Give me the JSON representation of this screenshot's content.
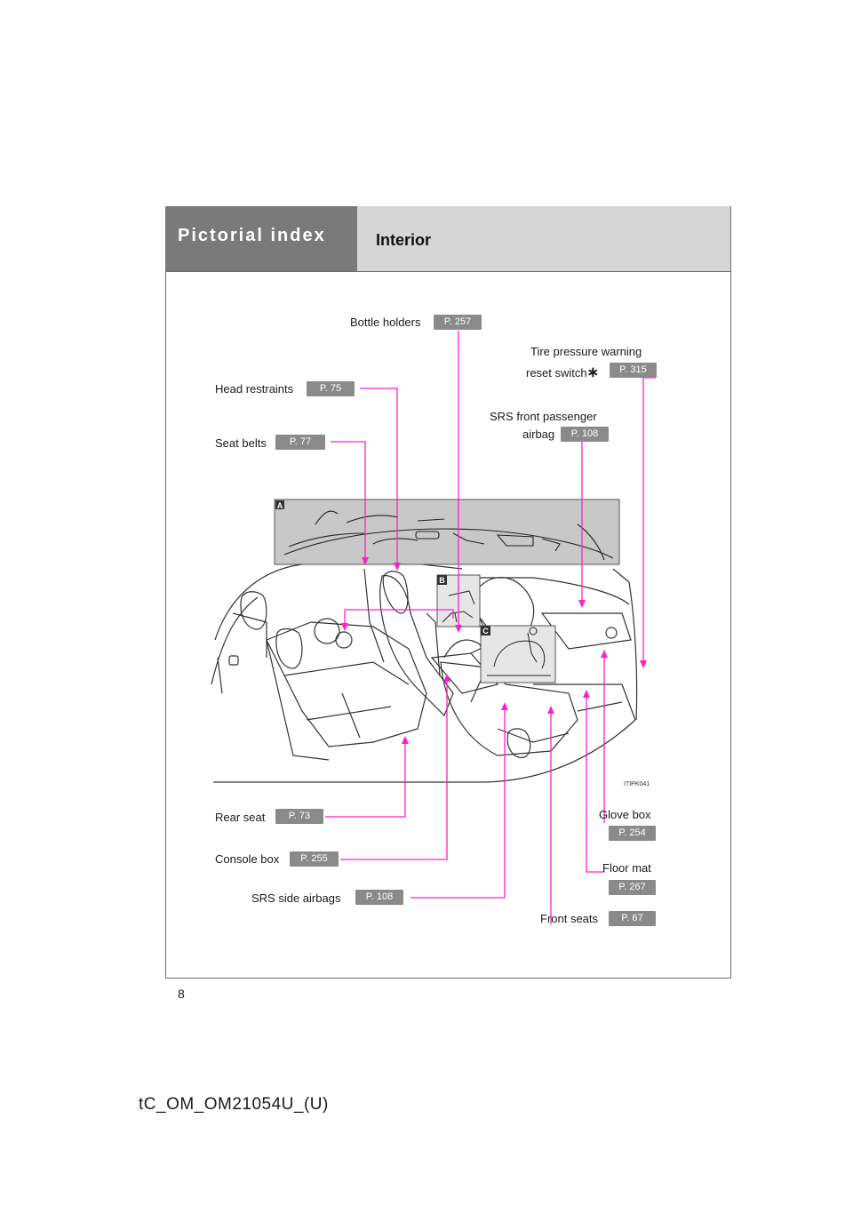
{
  "header": {
    "section": "Pictorial index",
    "subtitle": "Interior"
  },
  "callouts": {
    "bottle_holders": {
      "label": "Bottle holders",
      "ref": "P. 257"
    },
    "tire_pressure": {
      "label_line1": "Tire pressure warning",
      "label_line2": "reset switch",
      "asterisk": "∗",
      "ref": "P. 315"
    },
    "head_restraints": {
      "label": "Head restraints",
      "ref": "P. 75"
    },
    "srs_front": {
      "label_line1": "SRS front passenger",
      "label_line2": "airbag",
      "ref": "P. 108"
    },
    "seat_belts": {
      "label": "Seat belts",
      "ref": "P. 77"
    },
    "rear_seat": {
      "label": "Rear seat",
      "ref": "P. 73"
    },
    "glove_box": {
      "label": "Glove box",
      "ref": "P. 254"
    },
    "console_box": {
      "label": "Console box",
      "ref": "P. 255"
    },
    "floor_mat": {
      "label": "Floor mat",
      "ref": "P. 267"
    },
    "srs_side": {
      "label": "SRS side airbags",
      "ref": "P. 108"
    },
    "front_seats": {
      "label": "Front seats",
      "ref": "P. 67"
    }
  },
  "diagram": {
    "markers": [
      "A",
      "B",
      "C"
    ],
    "image_code": "ITIPK041"
  },
  "footer": {
    "page_number": "8",
    "doc_code": "tC_OM_OM21054U_(U)"
  },
  "colors": {
    "leader": "#ff1fd0",
    "header_dark": "#7a7a7a",
    "header_light": "#d6d6d6",
    "ref_box": "#8a8a8a"
  }
}
